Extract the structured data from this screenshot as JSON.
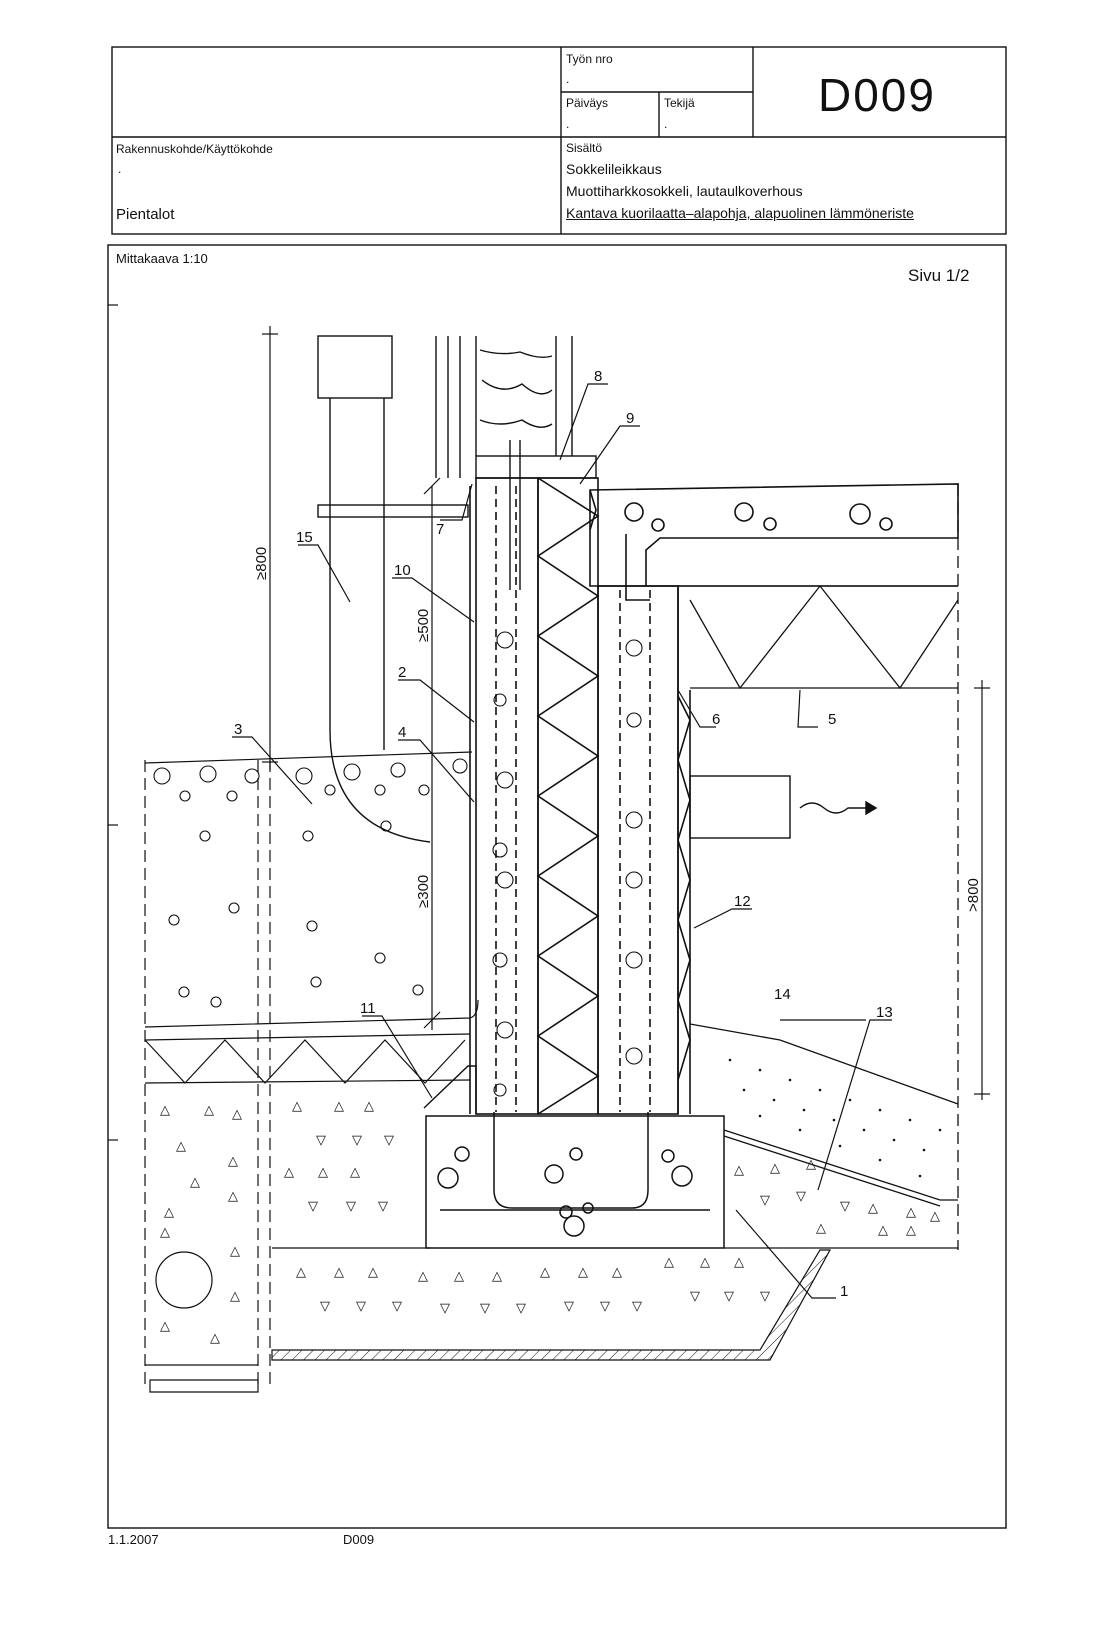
{
  "title_block": {
    "work_no_label": "Työn nro",
    "work_no_value": ".",
    "date_label": "Päiväys",
    "date_value": ".",
    "author_label": "Tekijä",
    "author_value": ".",
    "drawing_code": "D009",
    "project_label": "Rakennuskohde/Käyttökohde",
    "project_value": ".",
    "project_type": "Pientalot",
    "content_label": "Sisältö",
    "content_lines": [
      "Sokkelileikkaus",
      "Muottiharkkosokkeli, lautaulkoverhous",
      "Kantava kuorilaatta–alapohja, alapuolinen lämmöneriste"
    ]
  },
  "drawing": {
    "scale": "Mittakaava  1:10",
    "page": "Sivu  1/2",
    "callouts": [
      "1",
      "2",
      "3",
      "4",
      "5",
      "6",
      "7",
      "8",
      "9",
      "10",
      "11",
      "12",
      "13",
      "14",
      "15"
    ],
    "dimensions": {
      "dim_800_left": "≥800",
      "dim_500": "≥500",
      "dim_300": "≥300",
      "dim_800_right": ">800"
    }
  },
  "footer": {
    "date": "1.1.2007",
    "code": "D009"
  }
}
